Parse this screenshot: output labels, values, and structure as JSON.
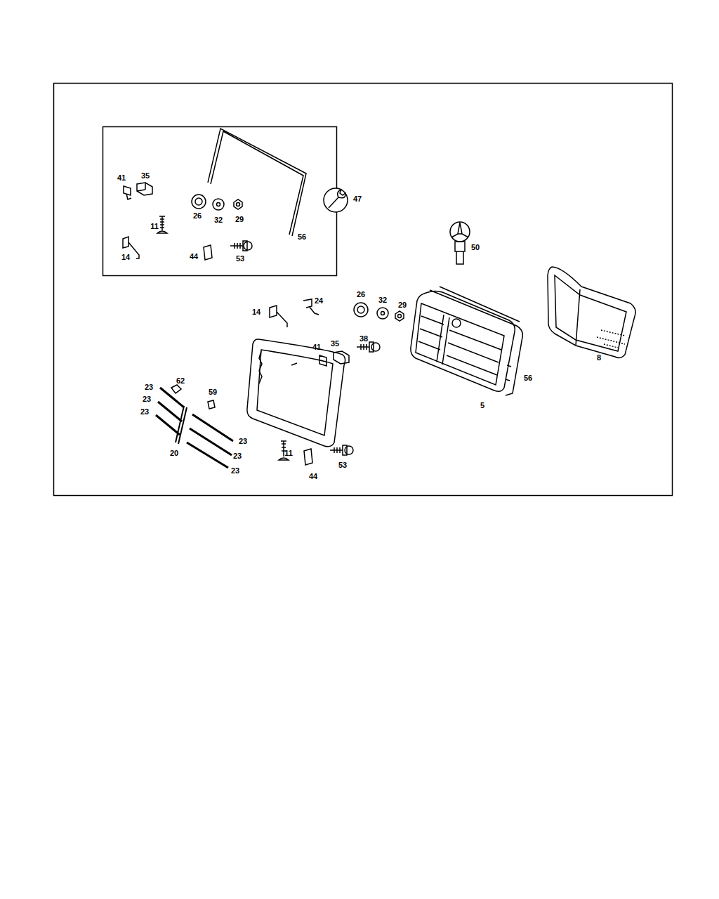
{
  "diagram": {
    "labels": [
      "41",
      "35",
      "26",
      "32",
      "29",
      "47",
      "11",
      "56",
      "14",
      "44",
      "53",
      "50",
      "26",
      "32",
      "24",
      "29",
      "14",
      "38",
      "41",
      "35",
      "62",
      "23",
      "59",
      "23",
      "23",
      "8",
      "56",
      "5",
      "23",
      "20",
      "11",
      "23",
      "53",
      "23",
      "44"
    ]
  }
}
